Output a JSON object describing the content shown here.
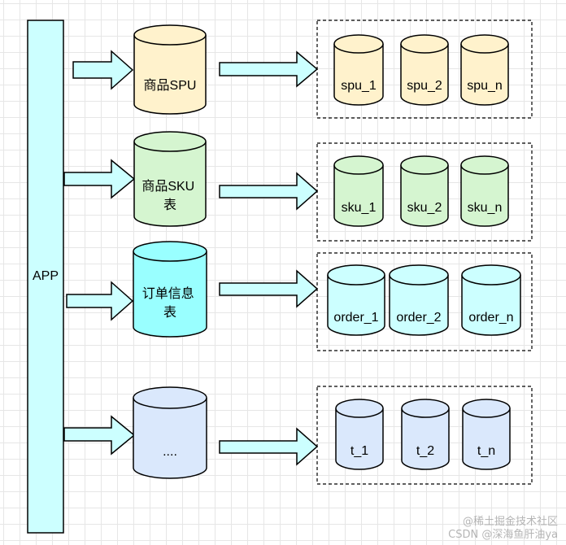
{
  "colors": {
    "app_fill": "#ccffff",
    "spu_fill": "#fff2cc",
    "sku_fill": "#d5f5d0",
    "order_fill": "#99ffff",
    "order_small_fill": "#ccffff",
    "misc_fill": "#dae8fc",
    "arrow_fill": "#ccffff",
    "stroke": "#000000"
  },
  "app": {
    "label": "APP"
  },
  "rows": [
    {
      "id": "spu",
      "table": {
        "label_lines": [
          "商品SPU"
        ]
      },
      "shards": [
        "spu_1",
        "spu_2",
        "spu_n"
      ]
    },
    {
      "id": "sku",
      "table": {
        "label_lines": [
          "商品SKU",
          "表"
        ]
      },
      "shards": [
        "sku_1",
        "sku_2",
        "sku_n"
      ]
    },
    {
      "id": "order",
      "table": {
        "label_lines": [
          "订单信息",
          "表"
        ]
      },
      "shards": [
        "order_1",
        "order_2",
        "order_n"
      ]
    },
    {
      "id": "misc",
      "table": {
        "label_lines": [
          "...."
        ]
      },
      "shards": [
        "t_1",
        "t_2",
        "t_n"
      ]
    }
  ],
  "watermark": {
    "line1": "@稀土掘金技术社区",
    "line2": "CSDN @深海鱼肝油ya"
  }
}
